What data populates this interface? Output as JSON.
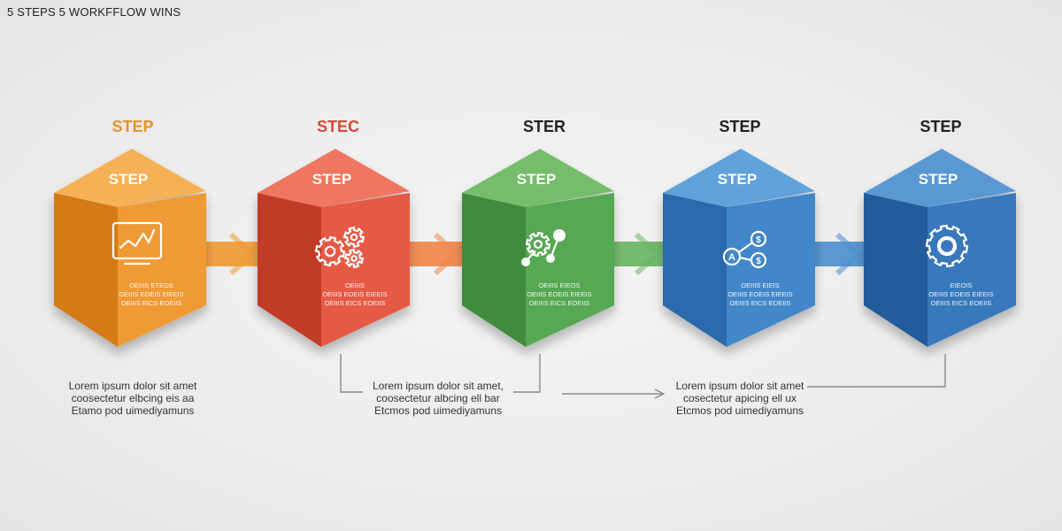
{
  "title": "5 STEPS 5 WORKFFLOW WINS",
  "steps": [
    {
      "top_label": "STEP",
      "top_label_color": "#e8922e",
      "cube_label": "STEP",
      "icon": "line-chart-monitor-icon",
      "face_color": "#f09a35",
      "side_color": "#d47a18",
      "top_color": "#f6b055",
      "face_lines": [
        "OEIIIS ETEOS",
        "OEIIIS EOEIS EIEEIS",
        "OEIIIS EICS EOEIIS"
      ]
    },
    {
      "top_label": "STEC",
      "top_label_color": "#d94a36",
      "cube_label": "STEP",
      "icon": "gears-icon",
      "face_color": "#e65a44",
      "side_color": "#c23a28",
      "top_color": "#ef7660",
      "face_lines": [
        "OEIIIS",
        "OEIIIS EOEIS EIEEIS",
        "OEIIIS EICS EOEIIS"
      ]
    },
    {
      "top_label": "STER",
      "top_label_color": "#222222",
      "cube_label": "STEP",
      "icon": "gear-network-icon",
      "face_color": "#57a852",
      "side_color": "#3f8b3c",
      "top_color": "#74bd6b",
      "face_lines": [
        "OEIIIS EIEOS",
        "OEIIIS EOEIS EIEEIS",
        "OEIIIS EICS EOEIIS"
      ]
    },
    {
      "top_label": "STEP",
      "top_label_color": "#222222",
      "cube_label": "STEP",
      "icon": "dollar-network-icon",
      "face_color": "#4287c9",
      "side_color": "#2c6aac",
      "top_color": "#60a2dc",
      "face_lines": [
        "OEIIIS EIEIS",
        "OEIIIS EOEIS EIEEIS",
        "OEIIIS EICS EOEIIS"
      ]
    },
    {
      "top_label": "STEP",
      "top_label_color": "#222222",
      "cube_label": "STEP",
      "icon": "gear-icon",
      "face_color": "#3778bc",
      "side_color": "#235c9c",
      "top_color": "#5a98d4",
      "face_lines": [
        "EIEOIS",
        "OEIIIS EOEIS EIEEIS",
        "OEIIIS EICS EOEIIS"
      ]
    }
  ],
  "descriptions": [
    [
      "Lorem ipsum dolor sit amet",
      "coosectetur elbcing eis aa",
      "Etamo pod uimediyamuns"
    ],
    [
      "Lorem ipsum dolor sit amet,",
      "coosectetur albcing ell bar",
      "Etcmos pod uimediyamuns"
    ],
    [
      "Lorem ipsum dolor sit amet",
      "cosectetur apicing ell ux",
      "Etcmos pod uimediyamuns"
    ]
  ],
  "arrow_colors": [
    "#f09a35",
    "#f0874a",
    "#6ab563",
    "#4d8fce"
  ]
}
